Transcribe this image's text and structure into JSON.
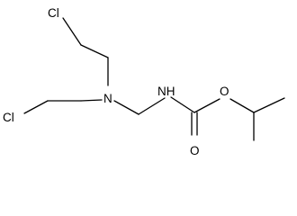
{
  "molecule": {
    "atoms": {
      "cl_top": "Cl",
      "cl_left": "Cl",
      "n_amine": "N",
      "nh_carbamate": "NH",
      "o_ester": "O",
      "o_carbonyl": "O"
    }
  }
}
